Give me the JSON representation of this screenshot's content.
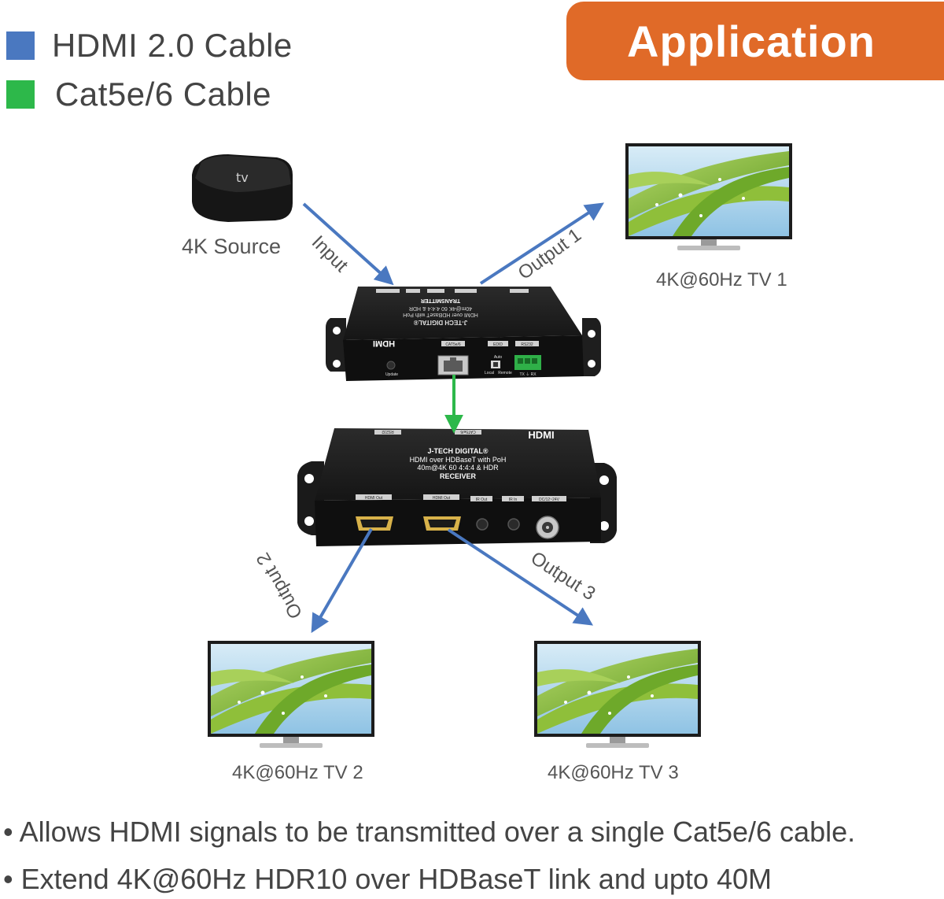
{
  "title": "Application",
  "legend": [
    {
      "label": "HDMI 2.0 Cable",
      "color": "#4a78c0"
    },
    {
      "label": "Cat5e/6 Cable",
      "color": "#2db84a"
    }
  ],
  "source": {
    "label": "4K Source",
    "logo": "tv"
  },
  "tvs": [
    {
      "label": "4K@60Hz  TV 1"
    },
    {
      "label": "4K@60Hz  TV 2"
    },
    {
      "label": "4K@60Hz  TV 3"
    }
  ],
  "arrows": {
    "input": "Input",
    "output1": "Output 1",
    "output2": "Output 2",
    "output3": "Output 3"
  },
  "transmitter": {
    "brand": "J-TECH DIGITAL®",
    "line1": "HDMI over HDBaseT with PoH",
    "line2": "40m@4K 60 4:4:4 & HDR",
    "line3": "TRANSMITTER",
    "hdmi_logo": "HDMI",
    "ports": [
      "CAT5e/6",
      "EDID",
      "RS232"
    ],
    "switch_labels": [
      "Auto",
      "Local",
      "Remote"
    ],
    "update": "Update",
    "txrx": "TX ⏚ RX"
  },
  "receiver": {
    "brand": "J-TECH DIGITAL®",
    "line1": "HDMI over HDBaseT with PoH",
    "line2": "40m@4K 60 4:4:4 & HDR",
    "line3": "RECEIVER",
    "hdmi_logo": "HDMI",
    "top_ports": [
      "RS232",
      "CAT5e/6"
    ],
    "ports": [
      "HDMI Out",
      "HDMI Out",
      "IR Out",
      "IR In",
      "DC/12~24V"
    ]
  },
  "bullets": [
    "Allows HDMI signals to be transmitted over a single Cat5e/6 cable.",
    "Extend 4K@60Hz HDR10 over HDBaseT link and upto 40M"
  ]
}
